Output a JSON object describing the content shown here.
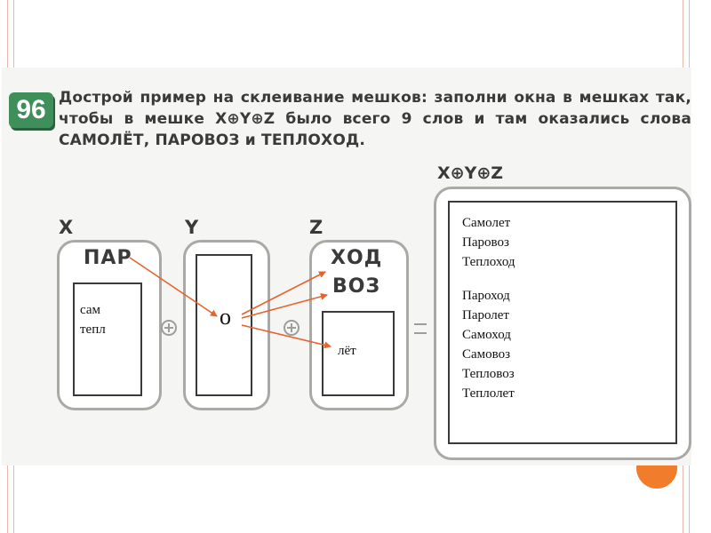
{
  "task": {
    "number": "96",
    "text": "Дострой пример на склеивание мешков: заполни окна в мешках так, чтобы в мешке X⊕Y⊕Z было всего 9 слов и там оказались слова САМОЛЁТ, ПАРОВОЗ и ТЕПЛОХОД."
  },
  "labels": {
    "x": "X",
    "y": "Y",
    "z": "Z",
    "sum": "X⊕Y⊕Z"
  },
  "bag_x": {
    "printed_word": "ПАР",
    "handwritten": [
      "сам",
      "тепл"
    ]
  },
  "bag_y": {
    "handwritten": "о"
  },
  "bag_z": {
    "printed_words": [
      "ХОД",
      "ВОЗ"
    ],
    "handwritten": "лёт"
  },
  "result": {
    "group1": [
      "Самолет",
      "Паровоз",
      "Теплоход"
    ],
    "group2": [
      "Пароход",
      "Паролет",
      "Самоход",
      "Самовоз",
      "Тепловоз",
      "Теплолет"
    ]
  },
  "colors": {
    "arrow": "#e8622c",
    "task_badge": "#3f8f5a",
    "accent_circle": "#f07c2c"
  }
}
